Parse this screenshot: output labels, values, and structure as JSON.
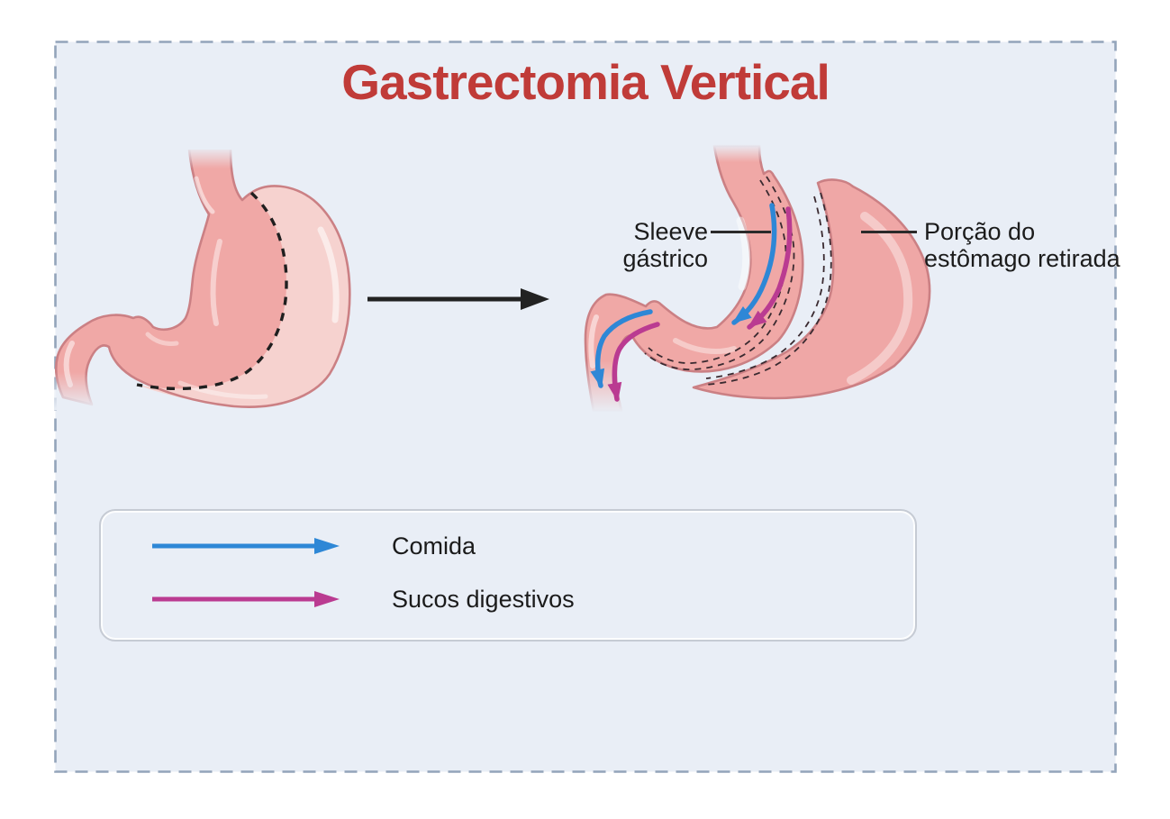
{
  "title": "Gastrectomia Vertical",
  "annotations": {
    "sleeve_label": "Sleeve gástrico",
    "removed_label": "Porção do estômago retirada"
  },
  "legend": {
    "items": [
      {
        "label": "Comida",
        "color": "#2e87d6",
        "icon": "right-arrow"
      },
      {
        "label": "Sucos digestivos",
        "color": "#ba3b91",
        "icon": "right-arrow"
      }
    ]
  },
  "colors": {
    "title_text": "#c03b38",
    "annotation_text": "#1b1b1b",
    "food_arrow": "#2e87d6",
    "juice_arrow": "#ba3b91",
    "transition_arrow": "#222222",
    "panel_background": "#e9eef6",
    "panel_border_dash": "#93a4ba",
    "stomach_body_pink": "#f0a8a6",
    "stomach_removed_light_pink": "#f6d2cf",
    "stomach_outline_rose": "#cb8084",
    "cut_dash_black": "#1f1f1f"
  }
}
